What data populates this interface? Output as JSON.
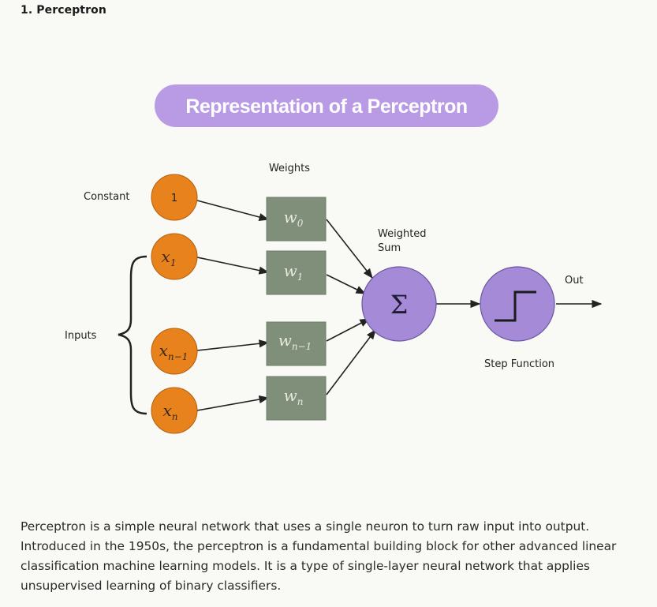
{
  "section": {
    "title": "1. Perceptron"
  },
  "diagram": {
    "title": "Representation of a Perceptron",
    "labels": {
      "weights": "Weights",
      "constant": "Constant",
      "inputs": "Inputs",
      "weighted_sum_line1": "Weighted",
      "weighted_sum_line2": "Sum",
      "out": "Out",
      "step_function": "Step Function"
    },
    "inputs": [
      {
        "base": "1",
        "sub": ""
      },
      {
        "base": "x",
        "sub": "1"
      },
      {
        "base": "x",
        "sub": "n−1"
      },
      {
        "base": "x",
        "sub": "n"
      }
    ],
    "weights": [
      {
        "base": "w",
        "sub": "0"
      },
      {
        "base": "w",
        "sub": "1"
      },
      {
        "base": "w",
        "sub": "n−1"
      },
      {
        "base": "w",
        "sub": "n"
      }
    ],
    "sum_symbol": "Σ",
    "colors": {
      "title_pill": "#b99be5",
      "input_node": "#e8821c",
      "weight_box": "#7f8f7a",
      "sum_node": "#a58ad8"
    }
  },
  "description": "Perceptron is a simple neural network that uses a single neuron to turn raw input into output. Introduced in the 1950s, the perceptron is a fundamental building block for other advanced linear classification machine learning models. It is a type of single-layer neural network that applies unsupervised learning of binary classifiers."
}
